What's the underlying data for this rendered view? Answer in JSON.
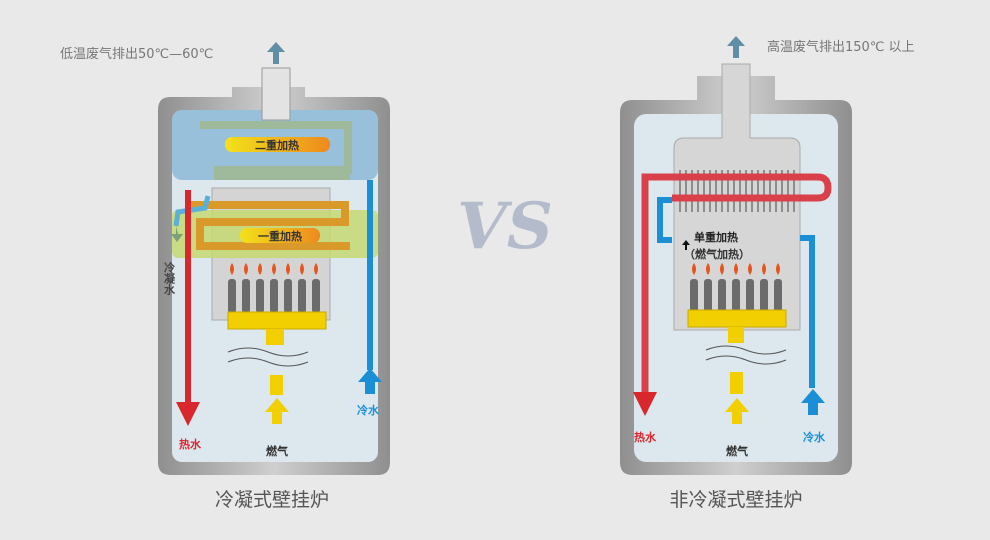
{
  "left": {
    "exhaust_note": "低温废气排出50℃—60℃",
    "stage2_label": "二重加热",
    "stage1_label": "一重加热",
    "condensate_label": "冷凝水",
    "hot_water_label": "热水",
    "gas_label": "燃气",
    "cold_water_label": "冷水",
    "caption": "冷凝式壁挂炉"
  },
  "vs_label": "VS",
  "right": {
    "exhaust_note": "高温废气排出150℃ 以上",
    "heating_label": "单重加热",
    "heating_sub": "（燃气加热）",
    "hot_water_label": "热水",
    "gas_label": "燃气",
    "cold_water_label": "冷水",
    "caption": "非冷凝式壁挂炉"
  },
  "colors": {
    "hot": "#d9272e",
    "cold": "#1b8fd6",
    "gas": "#f2cf00",
    "frame": "#a9a9a9",
    "panel": "#dce8ee"
  }
}
